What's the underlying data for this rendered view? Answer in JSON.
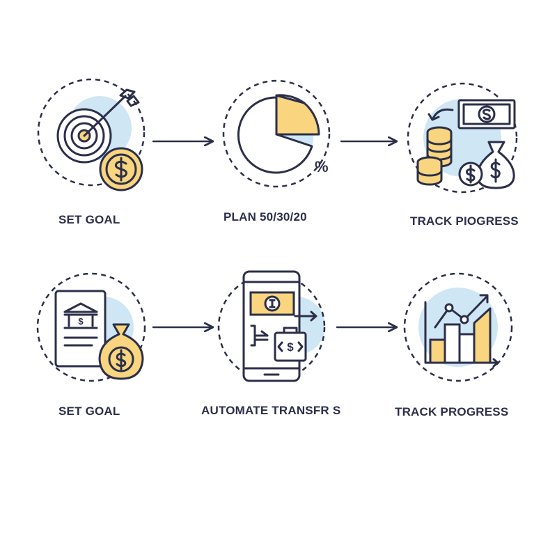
{
  "colors": {
    "stroke": "#2b2f4a",
    "blue_fill": "#cfe6f4",
    "yellow_fill": "#f8d57e",
    "background": "#ffffff"
  },
  "rows": [
    {
      "steps": [
        {
          "label": "SET GOAL",
          "icon": "target-with-coin-icon"
        },
        {
          "label": "PLAN 50/30/20",
          "icon": "pie-chart-percent-icon"
        },
        {
          "label": "TRACK PIOGRESS",
          "icon": "money-stacks-bags-icon"
        }
      ]
    },
    {
      "steps": [
        {
          "label": "SET GOAL",
          "icon": "bank-document-moneybag-icon"
        },
        {
          "label": "AUTOMATE TRANSFR S",
          "icon": "phone-transfer-icon"
        },
        {
          "label": "TRACK PROGRESS",
          "icon": "bar-chart-growth-icon"
        }
      ]
    }
  ],
  "pie_symbol": "%"
}
